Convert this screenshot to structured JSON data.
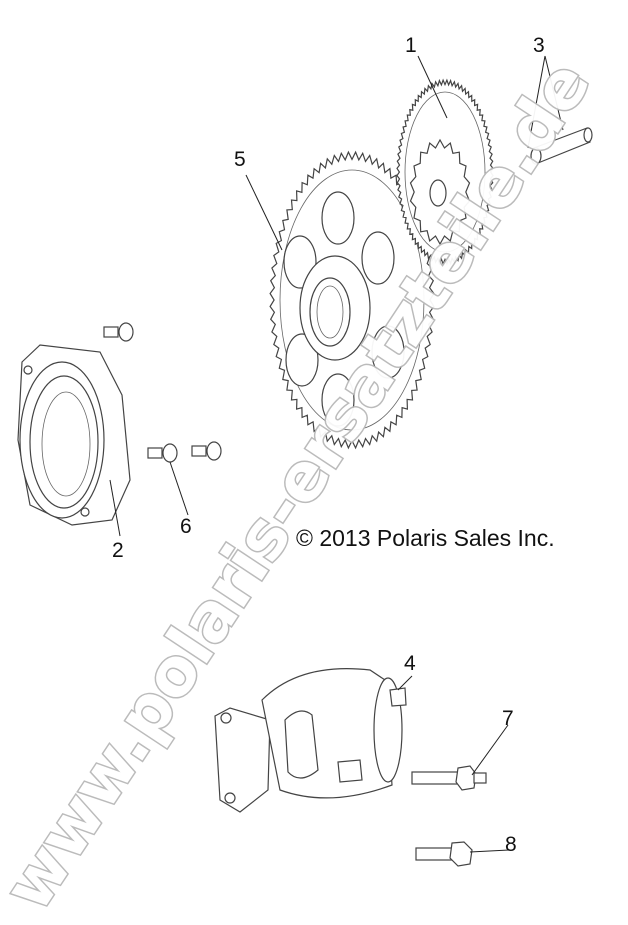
{
  "diagram": {
    "callouts": [
      "1",
      "2",
      "3",
      "4",
      "5",
      "6",
      "7",
      "8"
    ],
    "copyright": "© 2013 Polaris Sales Inc.",
    "watermark": "www.polaris-ersatzteile.de"
  }
}
